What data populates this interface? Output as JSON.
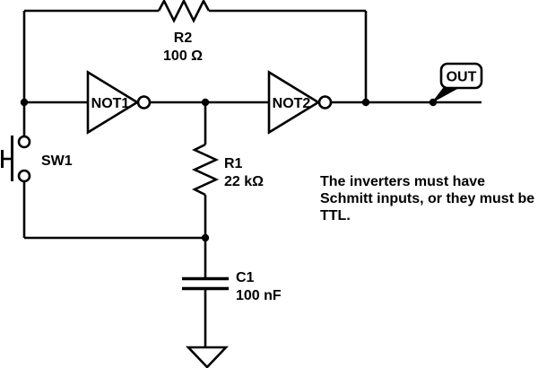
{
  "diagram": {
    "type": "circuit-schematic",
    "colors": {
      "wire": "#000000",
      "background": "#ffffff",
      "component_fill": "#ffffff"
    },
    "components": {
      "R2": {
        "ref": "R2",
        "value": "100 Ω",
        "kind": "resistor-horizontal"
      },
      "R1": {
        "ref": "R1",
        "value": "22 kΩ",
        "kind": "resistor-vertical"
      },
      "C1": {
        "ref": "C1",
        "value": "100 nF",
        "kind": "capacitor"
      },
      "SW1": {
        "ref": "SW1",
        "kind": "pushbutton-switch"
      },
      "NOT1": {
        "ref": "NOT1",
        "kind": "inverter"
      },
      "NOT2": {
        "ref": "NOT2",
        "kind": "inverter"
      },
      "GND": {
        "kind": "ground"
      }
    },
    "net_flag": {
      "label": "OUT"
    },
    "annotation": {
      "lines": [
        "The inverters must have",
        "Schmitt inputs, or they must be",
        "TTL."
      ]
    }
  }
}
